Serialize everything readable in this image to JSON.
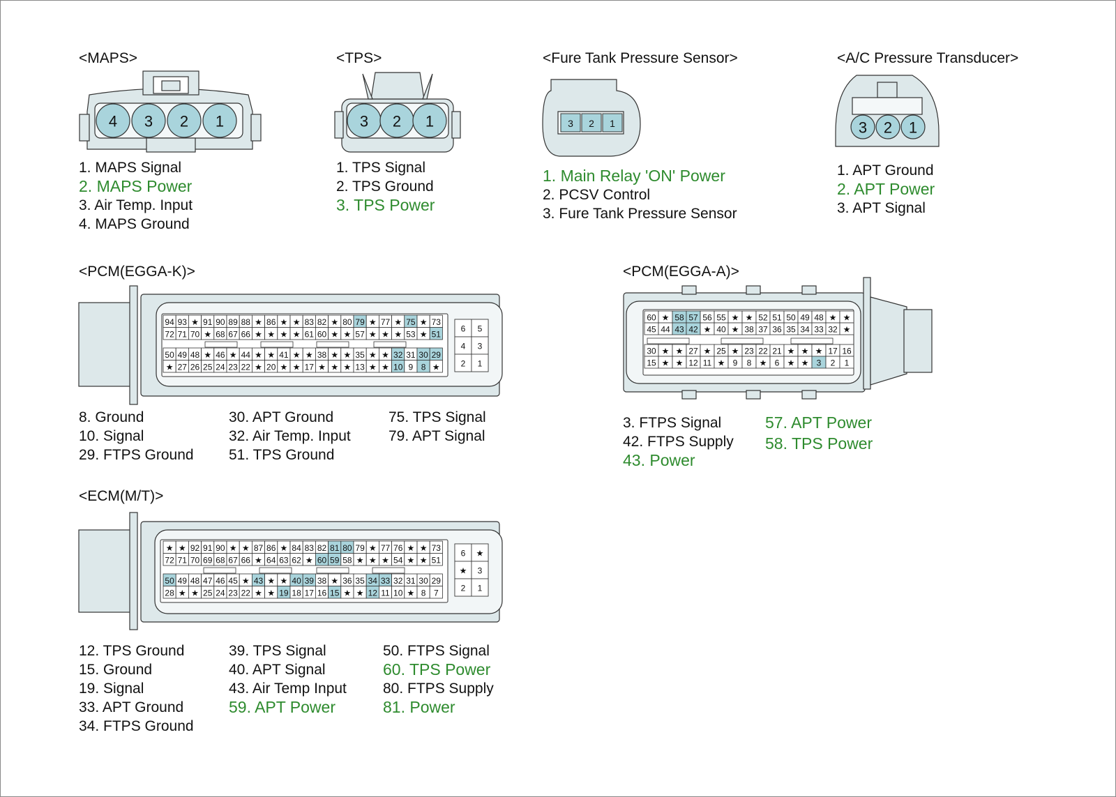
{
  "colors": {
    "highlight": "#a9d4dc",
    "power_text": "#2e8b2e",
    "housing": "#dde8ea"
  },
  "maps": {
    "title": "<MAPS>",
    "pins": [
      "4",
      "3",
      "2",
      "1"
    ],
    "legend": [
      {
        "text": "1. MAPS Signal",
        "power": false
      },
      {
        "text": "2. MAPS Power",
        "power": true
      },
      {
        "text": "3. Air Temp. Input",
        "power": false
      },
      {
        "text": "4. MAPS Ground",
        "power": false
      }
    ]
  },
  "tps": {
    "title": "<TPS>",
    "pins": [
      "3",
      "2",
      "1"
    ],
    "legend": [
      {
        "text": "1. TPS Signal",
        "power": false
      },
      {
        "text": "2. TPS Ground",
        "power": false
      },
      {
        "text": "3. TPS Power",
        "power": true
      }
    ]
  },
  "ftps": {
    "title": "<Fure Tank Pressure Sensor>",
    "pins": [
      "3",
      "2",
      "1"
    ],
    "legend": [
      {
        "text": "1. Main Relay 'ON' Power",
        "power": true
      },
      {
        "text": "2. PCSV Control",
        "power": false
      },
      {
        "text": "3. Fure Tank Pressure Sensor",
        "power": false
      }
    ]
  },
  "apt": {
    "title": "<A/C Pressure Transducer>",
    "pins": [
      "3",
      "2",
      "1"
    ],
    "legend": [
      {
        "text": "1. APT Ground",
        "power": false
      },
      {
        "text": "2. APT Power",
        "power": true
      },
      {
        "text": "3. APT Signal",
        "power": false
      }
    ]
  },
  "pcm_k": {
    "title": "<PCM(EGGA-K)>",
    "rows": [
      [
        "94",
        "93",
        "*",
        "91",
        "90",
        "89",
        "88",
        "*",
        "86",
        "*",
        "*",
        "83",
        "82",
        "*",
        "80",
        "79",
        "*",
        "77",
        "*",
        "75",
        "*",
        "73"
      ],
      [
        "72",
        "71",
        "70",
        "*",
        "68",
        "67",
        "66",
        "*",
        "*",
        "*",
        "*",
        "61",
        "60",
        "*",
        "*",
        "57",
        "*",
        "*",
        "*",
        "53",
        "*",
        "51"
      ],
      [
        "50",
        "49",
        "48",
        "*",
        "46",
        "*",
        "44",
        "*",
        "*",
        "41",
        "*",
        "*",
        "38",
        "*",
        "*",
        "35",
        "*",
        "*",
        "32",
        "31",
        "30",
        "29"
      ],
      [
        "*",
        "27",
        "26",
        "25",
        "24",
        "23",
        "22",
        "*",
        "20",
        "*",
        "*",
        "17",
        "*",
        "*",
        "*",
        "13",
        "*",
        "*",
        "10",
        "9",
        "8",
        "*"
      ]
    ],
    "highlight": [
      "79",
      "75",
      "51",
      "32",
      "30",
      "29",
      "10",
      "8"
    ],
    "side": [
      [
        "6",
        "5"
      ],
      [
        "4",
        "3"
      ],
      [
        "2",
        "1"
      ]
    ],
    "legend_cols": [
      [
        {
          "text": "8. Ground",
          "power": false
        },
        {
          "text": "10. Signal",
          "power": false
        },
        {
          "text": "29. FTPS Ground",
          "power": false
        }
      ],
      [
        {
          "text": "30. APT Ground",
          "power": false
        },
        {
          "text": "32. Air Temp. Input",
          "power": false
        },
        {
          "text": "51. TPS Ground",
          "power": false
        }
      ],
      [
        {
          "text": "75. TPS Signal",
          "power": false
        },
        {
          "text": "79. APT Signal",
          "power": false
        }
      ]
    ]
  },
  "pcm_a": {
    "title": "<PCM(EGGA-A)>",
    "rows": [
      [
        "60",
        "*",
        "58",
        "57",
        "56",
        "55",
        "*",
        "*",
        "52",
        "51",
        "50",
        "49",
        "48",
        "*",
        "*"
      ],
      [
        "45",
        "44",
        "43",
        "42",
        "*",
        "40",
        "*",
        "38",
        "37",
        "36",
        "35",
        "34",
        "33",
        "32",
        "*"
      ],
      [
        "30",
        "*",
        "*",
        "27",
        "*",
        "25",
        "*",
        "23",
        "22",
        "21",
        "*",
        "*",
        "*",
        "17",
        "16"
      ],
      [
        "15",
        "*",
        "*",
        "12",
        "11",
        "*",
        "9",
        "8",
        "*",
        "6",
        "*",
        "*",
        "3",
        "2",
        "1"
      ]
    ],
    "highlight": [
      "58",
      "57",
      "43",
      "42",
      "3"
    ],
    "legend_cols": [
      [
        {
          "text": "3. FTPS Signal",
          "power": false
        },
        {
          "text": "42. FTPS Supply",
          "power": false
        },
        {
          "text": "43. Power",
          "power": true
        }
      ],
      [
        {
          "text": "57. APT Power",
          "power": true
        },
        {
          "text": "58. TPS Power",
          "power": true
        }
      ]
    ]
  },
  "ecm_mt": {
    "title": "<ECM(M/T)>",
    "rows": [
      [
        "*",
        "*",
        "92",
        "91",
        "90",
        "*",
        "*",
        "87",
        "86",
        "*",
        "84",
        "83",
        "82",
        "81",
        "80",
        "79",
        "*",
        "77",
        "76",
        "*",
        "*",
        "73"
      ],
      [
        "72",
        "71",
        "70",
        "69",
        "68",
        "67",
        "66",
        "*",
        "64",
        "63",
        "62",
        "*",
        "60",
        "59",
        "58",
        "*",
        "*",
        "*",
        "54",
        "*",
        "*",
        "51"
      ],
      [
        "50",
        "49",
        "48",
        "47",
        "46",
        "45",
        "*",
        "43",
        "*",
        "*",
        "40",
        "39",
        "38",
        "*",
        "36",
        "35",
        "34",
        "33",
        "32",
        "31",
        "30",
        "29"
      ],
      [
        "28",
        "*",
        "*",
        "25",
        "24",
        "23",
        "22",
        "*",
        "*",
        "19",
        "18",
        "17",
        "16",
        "15",
        "*",
        "*",
        "12",
        "11",
        "10",
        "*",
        "8",
        "7"
      ]
    ],
    "highlight": [
      "81",
      "80",
      "60",
      "59",
      "50",
      "43",
      "40",
      "39",
      "34",
      "33",
      "19",
      "15",
      "12"
    ],
    "side": [
      [
        "6",
        "*"
      ],
      [
        "*",
        "3"
      ],
      [
        "2",
        "1"
      ]
    ],
    "legend_cols": [
      [
        {
          "text": "12. TPS Ground",
          "power": false
        },
        {
          "text": "15. Ground",
          "power": false
        },
        {
          "text": "19. Signal",
          "power": false
        },
        {
          "text": "33. APT Ground",
          "power": false
        },
        {
          "text": "34. FTPS Ground",
          "power": false
        }
      ],
      [
        {
          "text": "39. TPS Signal",
          "power": false
        },
        {
          "text": "40. APT Signal",
          "power": false
        },
        {
          "text": "43. Air Temp Input",
          "power": false
        },
        {
          "text": "59. APT Power",
          "power": true
        }
      ],
      [
        {
          "text": "50. FTPS Signal",
          "power": false
        },
        {
          "text": "60. TPS Power",
          "power": true
        },
        {
          "text": "80. FTPS Supply",
          "power": false
        },
        {
          "text": "81. Power",
          "power": true
        }
      ]
    ]
  }
}
